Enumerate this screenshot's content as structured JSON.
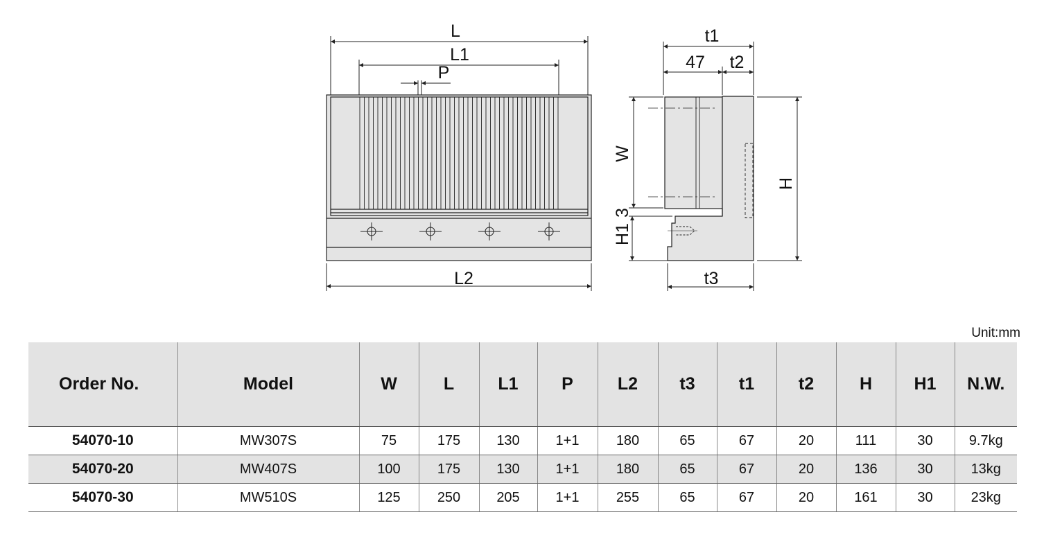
{
  "drawing": {
    "front_labels": {
      "L": "L",
      "L1": "L1",
      "P": "P",
      "L2": "L2"
    },
    "side_labels": {
      "t1": "t1",
      "d47": "47",
      "t2": "t2",
      "W": "W",
      "d3": "3",
      "H1": "H1",
      "H": "H",
      "t3": "t3"
    },
    "colors": {
      "fill": "#e4e4e4",
      "line": "#222222"
    }
  },
  "unit_label": "Unit:mm",
  "table": {
    "headers": [
      "Order No.",
      "Model",
      "W",
      "L",
      "L1",
      "P",
      "L2",
      "t3",
      "t1",
      "t2",
      "H",
      "H1",
      "N.W."
    ],
    "rows": [
      [
        "54070-10",
        "MW307S",
        "75",
        "175",
        "130",
        "1+1",
        "180",
        "65",
        "67",
        "20",
        "111",
        "30",
        "9.7kg"
      ],
      [
        "54070-20",
        "MW407S",
        "100",
        "175",
        "130",
        "1+1",
        "180",
        "65",
        "67",
        "20",
        "136",
        "30",
        "13kg"
      ],
      [
        "54070-30",
        "MW510S",
        "125",
        "250",
        "205",
        "1+1",
        "255",
        "65",
        "67",
        "20",
        "161",
        "30",
        "23kg"
      ]
    ],
    "shade_color": "#e3e3e3"
  }
}
